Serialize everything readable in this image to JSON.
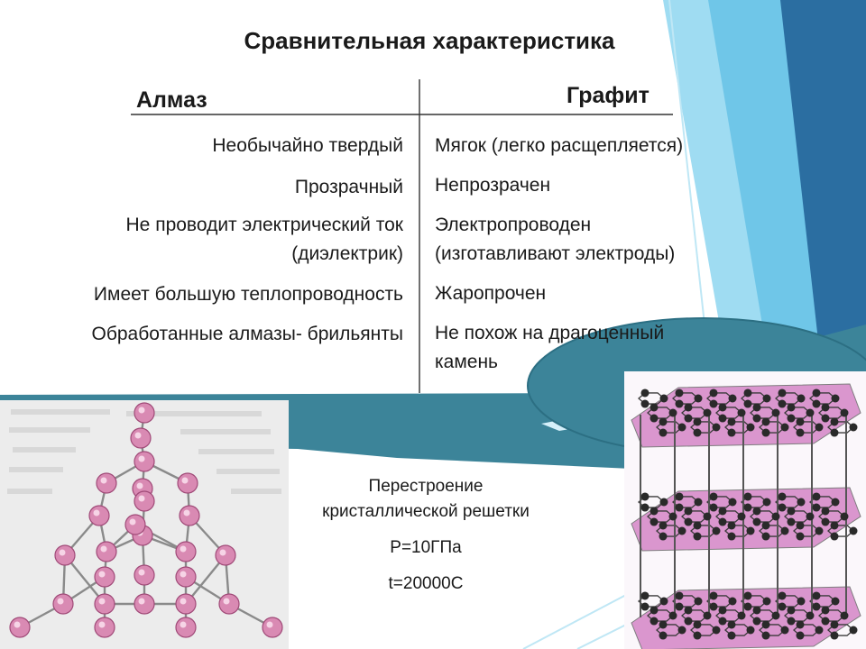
{
  "slide": {
    "title": "Сравнительная характеристика",
    "columns": {
      "left": "Алмаз",
      "right": "Графит"
    },
    "rows": [
      {
        "left": "Необычайно твердый",
        "right": "Мягок (легко расщепляется)"
      },
      {
        "left": "Прозрачный",
        "right": "Непрозрачен"
      },
      {
        "left": "Не проводит электрический ток",
        "left2": "(диэлектрик)",
        "right": "Электропроводен",
        "right2": "(изготавливают электроды)"
      },
      {
        "left": "Имеет большую теплопроводность",
        "right": "Жаропрочен"
      },
      {
        "left": "Обработанные алмазы- брильянты",
        "right": "Не похож на драгоценный",
        "right2": "камень"
      }
    ],
    "caption": {
      "line1": "Перестроение",
      "line2": "кристаллической решетки",
      "pressure": "Р=10ГПа",
      "temperature": "t=20000С"
    },
    "colors": {
      "teal": "#3c8499",
      "sky": "#6fc6e8",
      "deep_blue": "#2b6ea1",
      "atom_pink": "#d98ab3",
      "graphite_sheet": "#cf76c0",
      "atom_dark": "#2a2a2a"
    }
  }
}
